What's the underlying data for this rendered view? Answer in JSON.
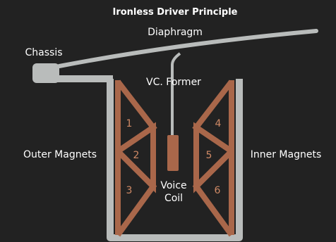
{
  "title": "Ironless Driver Principle",
  "labels": {
    "diaphragm": "Diaphragm",
    "chassis": "Chassis",
    "vc_former": "VC. Former",
    "outer_magnets": "Outer Magnets",
    "inner_magnets": "Inner Magnets",
    "voice_coil_line1": "Voice",
    "voice_coil_line2": "Coil"
  },
  "magnets": {
    "outer": [
      "1",
      "2",
      "3"
    ],
    "inner": [
      "4",
      "5",
      "6"
    ]
  },
  "colors": {
    "background": "#222222",
    "frame": "#b9bcbb",
    "magnet": "#a9674a",
    "magnet_number": "#d08a66",
    "text": "#ffffff"
  }
}
